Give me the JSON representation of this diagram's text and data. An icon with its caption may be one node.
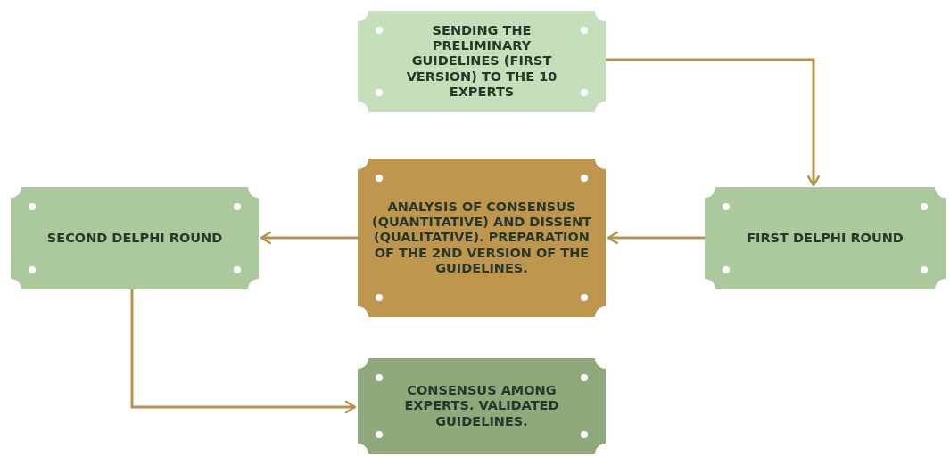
{
  "diagram": {
    "nodes": [
      {
        "text": [
          "SENDING THE PRELIMINARY GUIDELINES (FIRST VERSION) TO THE 10 EXPERTS"
        ]
      },
      {
        "text": [
          "FIRST DELPHI ROUND"
        ]
      },
      {
        "text": [
          "ANALYSIS OF CONSENSUS (QUANTITATIVE) AND DISSENT (QUALITATIVE). PREPARATION OF THE 2ND VERSION OF THE GUIDELINES."
        ]
      },
      {
        "text": [
          "SECOND DELPHI ROUND"
        ]
      },
      {
        "text": [
          "CONSENSUS AMONG EXPERTS. VALIDATED GUIDELINES."
        ]
      }
    ],
    "edges": [
      {
        "from": 0,
        "to": 1,
        "arrow": "to"
      },
      {
        "from": 1,
        "to": 2,
        "arrow": "to"
      },
      {
        "from": 2,
        "to": 3,
        "arrow": "to"
      },
      {
        "from": 3,
        "to": 4,
        "arrow": "to"
      }
    ]
  }
}
